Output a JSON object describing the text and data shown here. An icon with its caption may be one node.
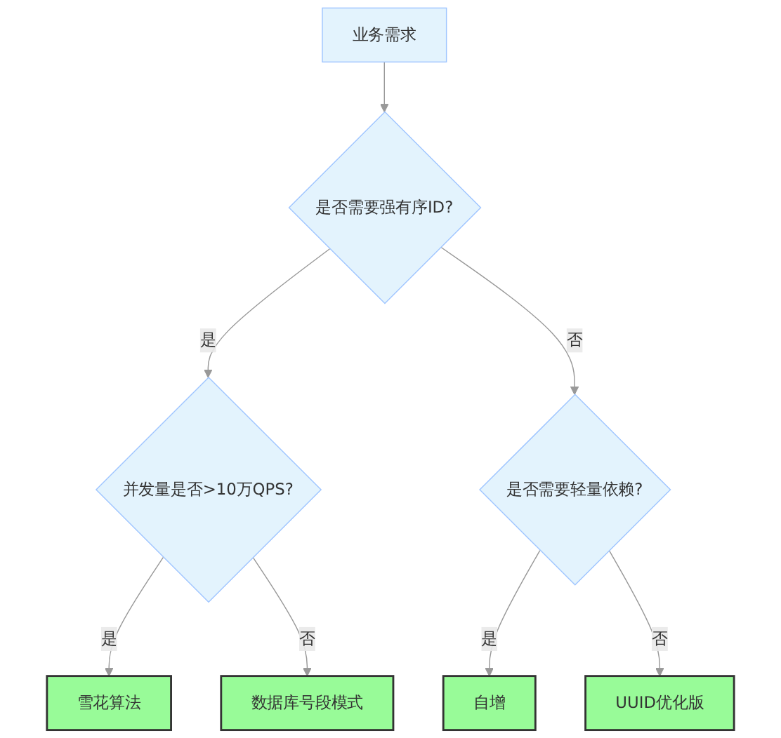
{
  "diagram": {
    "nodes": [
      {
        "text": [
          "业务需求"
        ]
      },
      {
        "text": [
          "是否需要强有序ID?"
        ]
      },
      {
        "text": [
          "并发量是否>10万QPS?"
        ]
      },
      {
        "text": [
          "是否需要轻量依赖?"
        ]
      },
      {
        "text": [
          "雪花算法"
        ]
      },
      {
        "text": [
          "数据库号段模式"
        ]
      },
      {
        "text": [
          "自增"
        ]
      },
      {
        "text": [
          "UUID优化版"
        ]
      }
    ],
    "edges": [
      {
        "from": 0,
        "to": 1,
        "arrow": "to"
      },
      {
        "from": 1,
        "to": 2,
        "label": "是",
        "arrow": "to"
      },
      {
        "from": 1,
        "to": 3,
        "label": "否",
        "arrow": "to"
      },
      {
        "from": 2,
        "to": 4,
        "label": "是",
        "arrow": "to"
      },
      {
        "from": 2,
        "to": 5,
        "label": "否",
        "arrow": "to"
      },
      {
        "from": 3,
        "to": 6,
        "label": "是",
        "arrow": "to"
      },
      {
        "from": 3,
        "to": 7,
        "label": "否",
        "arrow": "to"
      }
    ]
  }
}
